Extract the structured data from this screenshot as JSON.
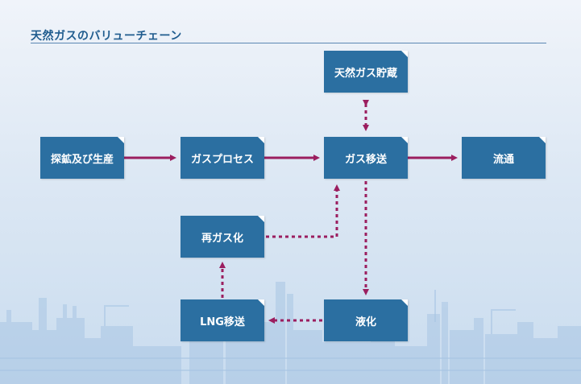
{
  "title": "天然ガスのバリューチェーン",
  "colors": {
    "node_fill": "#2b6fa1",
    "node_text": "#ffffff",
    "arrow": "#9b1e5f",
    "title": "#1f5c8e",
    "background_top": "#f0f4fa",
    "background_bottom": "#c9dcef"
  },
  "nodes": {
    "exploration": "探鉱及び生産",
    "gas_processing": "ガスプロセス",
    "gas_transport": "ガス移送",
    "distribution": "流通",
    "gas_storage": "天然ガス貯蔵",
    "regasification": "再ガス化",
    "lng_transport": "LNG移送",
    "liquefaction": "液化"
  },
  "edges": [
    {
      "from": "探鉱及び生産",
      "to": "ガスプロセス",
      "style": "solid"
    },
    {
      "from": "ガスプロセス",
      "to": "ガス移送",
      "style": "solid"
    },
    {
      "from": "ガス移送",
      "to": "流通",
      "style": "solid"
    },
    {
      "from": "ガス移送",
      "to": "天然ガス貯蔵",
      "style": "dotted",
      "bidirectional": true
    },
    {
      "from": "ガス移送",
      "to": "液化",
      "style": "dotted"
    },
    {
      "from": "液化",
      "to": "LNG移送",
      "style": "dotted"
    },
    {
      "from": "LNG移送",
      "to": "再ガス化",
      "style": "dotted"
    },
    {
      "from": "再ガス化",
      "to": "ガス移送",
      "style": "dotted"
    }
  ]
}
